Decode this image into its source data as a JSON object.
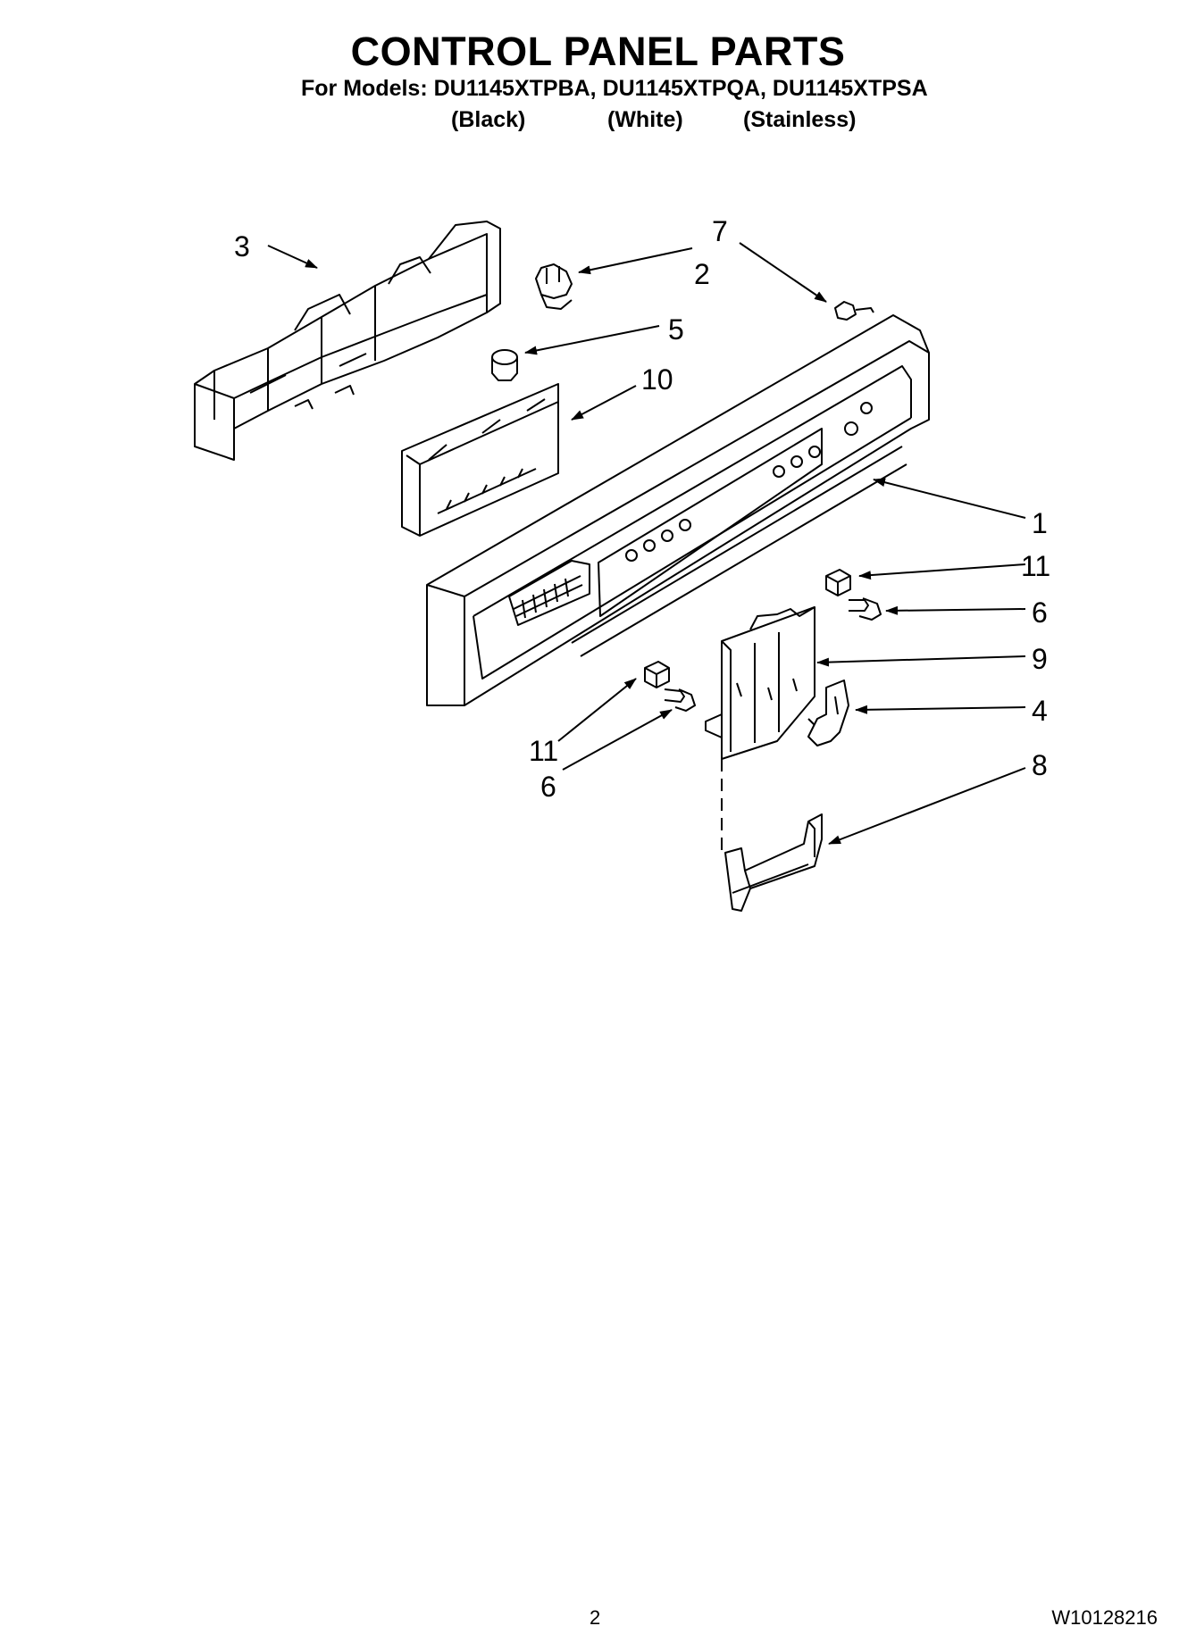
{
  "header": {
    "title": "CONTROL PANEL PARTS",
    "models_line": "For Models: DU1145XTPBA, DU1145XTPQA, DU1145XTPSA",
    "variants": [
      "(Black)",
      "(White)",
      "(Stainless)"
    ]
  },
  "callouts": [
    "3",
    "7",
    "2",
    "5",
    "10",
    "1",
    "11",
    "6",
    "9",
    "4",
    "11",
    "6",
    "8"
  ],
  "footer": {
    "page_number": "2",
    "doc_number": "W10128216"
  }
}
